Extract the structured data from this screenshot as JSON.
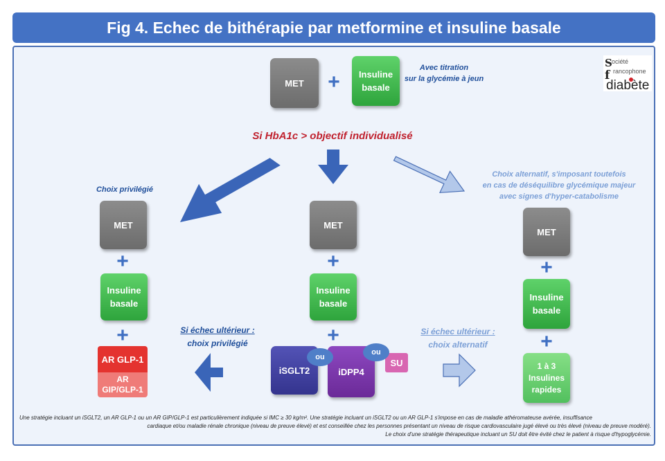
{
  "title": "Fig 4. Echec de bithérapie par metformine et insuline basale",
  "logo": {
    "letters": "S f",
    "line1": "ociété",
    "line2": "rancophone",
    "line3": "diabète"
  },
  "top": {
    "met": "MET",
    "plus": "+",
    "insuline": "Insuline\nbasale",
    "note": "Avec titration\nsur la glycémie à jeun"
  },
  "condition": "Si HbA1c > objectif individualisé",
  "left": {
    "heading": "Choix privilégié",
    "met": "MET",
    "insuline": "Insuline\nbasale",
    "glp1": "AR GLP-1",
    "gip": "AR\nGIP/GLP-1"
  },
  "center": {
    "met": "MET",
    "insuline": "Insuline\nbasale",
    "isglt2": "iSGLT2",
    "idpp4": "iDPP4",
    "su": "SU",
    "ou1": "ou",
    "ou2": "ou"
  },
  "right": {
    "heading": "Choix alternatif, s'imposant toutefois\nen cas de déséquilibre glycémique majeur\navec signes d'hyper-catabolisme",
    "met": "MET",
    "insuline": "Insuline\nbasale",
    "rapides": "1 à 3\nInsulines\nrapides"
  },
  "echec_left": {
    "line1": "Si échec ultérieur :",
    "line2": "choix privilégié"
  },
  "echec_right": {
    "line1": "Si échec ultérieur :",
    "line2": "choix alternatif"
  },
  "footnote": {
    "line1": "Une stratégie incluant un iSGLT2, un AR GLP-1 ou un AR GIP/GLP-1 est particulièrement indiquée si IMC ≥ 30 kg/m². Une stratégie incluant un iSGLT2 ou un AR GLP-1 s'impose en cas de maladie athéromateuse avérée, insuffisance",
    "line2": "cardiaque et/ou maladie rénale chronique (niveau de preuve élevé) et est conseillée chez les personnes présentant un niveau de risque cardiovasculaire jugé élevé ou très élevé (niveau de preuve modéré).",
    "line3": "Le choix d'une stratégie thérapeutique incluant un SU doit être évité chez le patient à risque d'hypoglycémie."
  },
  "colors": {
    "title_bg": "#4472c4",
    "arrow_dark": "#3a65b8",
    "arrow_light": "#b3c8ea",
    "condition": "#c0212e"
  }
}
